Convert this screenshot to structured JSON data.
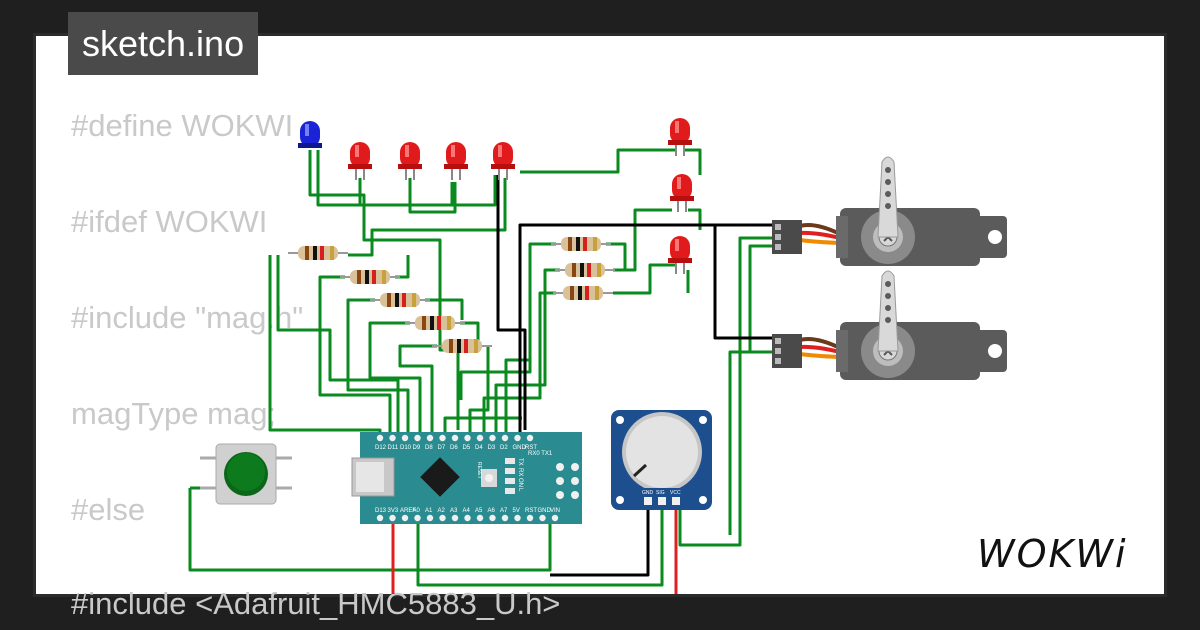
{
  "file_tab": {
    "label": "sketch.ino"
  },
  "code_lines": [
    "#define WOKWI",
    "#ifdef WOKWI",
    "#include \"mag.h\"",
    "magType mag;",
    "#else",
    "#include <Adafruit_HMC5883_U.h>"
  ],
  "board": {
    "name": "Arduino Nano",
    "top_pins": [
      "D12",
      "D11",
      "D10",
      "D9",
      "D8",
      "D7",
      "D6",
      "D5",
      "D4",
      "D3",
      "D2",
      "GND",
      "RST"
    ],
    "bottom_pins": [
      "D13",
      "3V3",
      "AREF",
      "A0",
      "A1",
      "A2",
      "A3",
      "A4",
      "A5",
      "A6",
      "A7",
      "5V",
      "RST",
      "GND",
      "VIN"
    ],
    "side_labels": [
      "TX",
      "RX",
      "ON",
      "L"
    ],
    "top_right_label": "RX0 TX1",
    "reset_label": "RESET"
  },
  "potentiometer": {
    "pins": [
      "GND",
      "SIG",
      "VCC"
    ]
  },
  "logo": {
    "text": "WOKWi"
  },
  "colors": {
    "wire_green": "#0a8a1f",
    "wire_black": "#000000",
    "wire_red": "#e02020",
    "board_teal": "#2a8c91",
    "pot_blue": "#1d4f8f",
    "led_red": "#e11b1b",
    "led_blue": "#1a24d6",
    "button_green": "#0e7a1e",
    "servo_grey": "#5b5b5b"
  }
}
